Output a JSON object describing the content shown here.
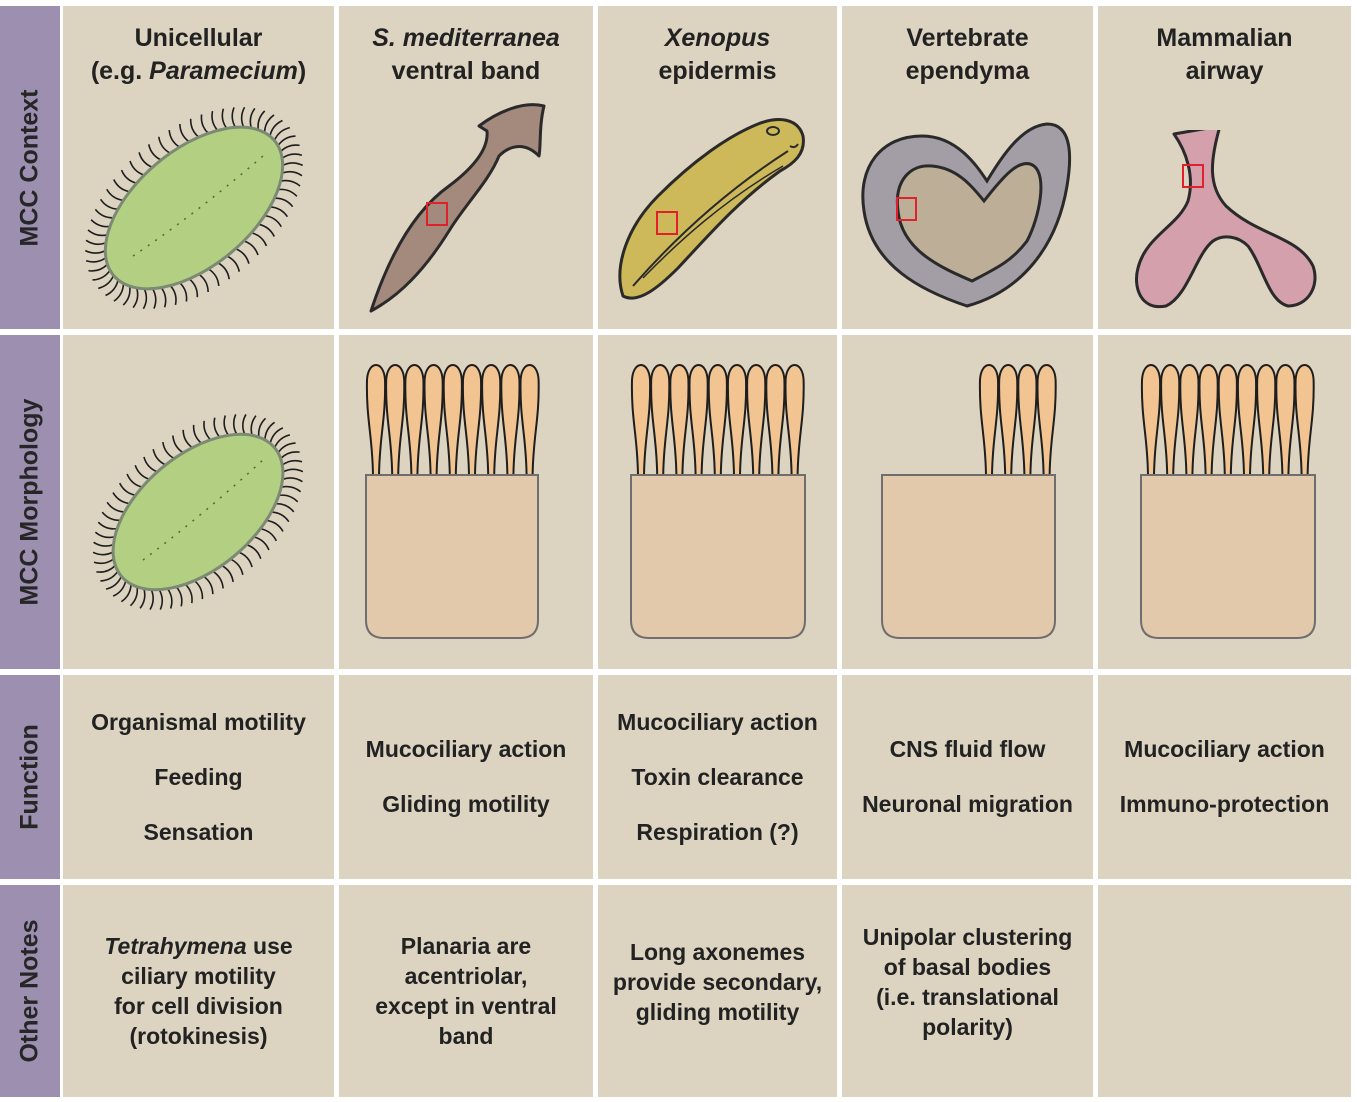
{
  "rows": {
    "context": "MCC Context",
    "morphology": "MCC Morphology",
    "function": "Function",
    "notes": "Other Notes"
  },
  "columns": [
    {
      "title_a": "Unicellular",
      "title_b_pre": "(e.g. ",
      "title_b_em": "Paramecium",
      "title_b_post": ")"
    },
    {
      "title_a_em": "S. mediterranea",
      "title_b": "ventral band"
    },
    {
      "title_a_em": "Xenopus",
      "title_b": "epidermis"
    },
    {
      "title_a": "Vertebrate",
      "title_b": "ependyma"
    },
    {
      "title_a": "Mammalian",
      "title_b": "airway"
    }
  ],
  "functions": [
    [
      "Organismal motility",
      "Feeding",
      "Sensation"
    ],
    [
      "Mucociliary action",
      "Gliding motility"
    ],
    [
      "Mucociliary action",
      "Toxin clearance",
      "Respiration (?)"
    ],
    [
      "CNS fluid flow",
      "Neuronal migration"
    ],
    [
      "Mucociliary action",
      "Immuno-protection"
    ]
  ],
  "notes": [
    {
      "em": "Tetrahymena",
      "rest1": " use",
      "l2": "ciliary motility",
      "l3": "for cell division",
      "l4": "(rotokinesis)"
    },
    {
      "l1": "Planaria are",
      "l2": "acentriolar,",
      "l3": "except in ventral",
      "l4": "band"
    },
    {
      "l1": "Long axonemes",
      "l2": "provide secondary,",
      "l3": "gliding motility"
    },
    {
      "l1": "Unipolar clustering",
      "l2": "of basal bodies",
      "l3": "(i.e. translational",
      "l4": "polarity)"
    },
    {}
  ],
  "colors": {
    "cell_bg": "#dcd3c1",
    "row_label_bg": "#9c8fb0",
    "paramecium": "#b2cf82",
    "planarian": "#a48a7c",
    "xenopus": "#ceb95a",
    "ventricle_outer": "#a39da6",
    "ventricle_inner": "#bdae98",
    "airway": "#d3a0ab",
    "mcc_cell": "#e3c9ac",
    "cilia": "#f1c491",
    "highlight_box": "#e0202a"
  }
}
